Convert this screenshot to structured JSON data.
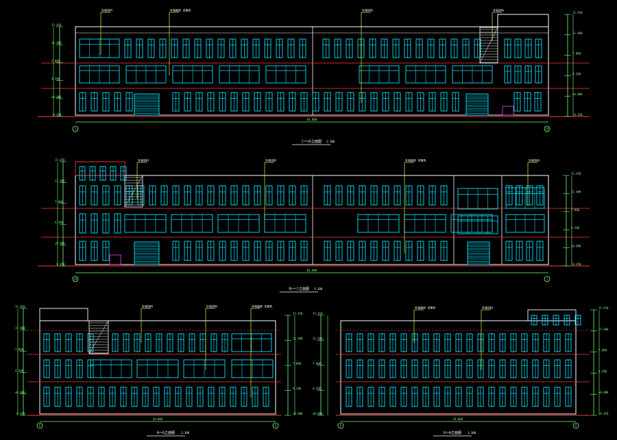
{
  "colors": {
    "background": "#000000",
    "outline": "#ffffff",
    "window": "#00e5ff",
    "floor_line": "#ff3b3b",
    "dimension": "#7cff7c",
    "leader": "#d6ff3a",
    "accent": "#ff40ff"
  },
  "elevations": [
    {
      "id": "front",
      "axis_left": "1",
      "axis_right": "19",
      "overall_dim": "64,000",
      "levels_left": [
        "15.450",
        "11.400",
        "7.800",
        "4.200",
        "±0.000",
        "-0.450"
      ],
      "levels_right": [
        "15.450",
        "11.400",
        "7.800",
        "4.200",
        "±0.000",
        "-0.450"
      ],
      "labels": [
        "外墙涂料",
        "外墙面砖 米黄色",
        "外墙涂料",
        "外墙涂料"
      ],
      "caption": "①～⑲立面图",
      "scale": "1:100"
    },
    {
      "id": "rear",
      "axis_left": "19",
      "axis_right": "1",
      "overall_dim": "64,000",
      "levels_left": [
        "15.450",
        "11.400",
        "7.800",
        "4.200",
        "±0.000",
        "-0.450"
      ],
      "levels_right": [
        "15.450",
        "11.400",
        "7.800",
        "4.200",
        "±0.000",
        "-0.450"
      ],
      "labels": [
        "外墙涂料",
        "外墙涂料",
        "外墙面砖 米黄色",
        "外墙涂料"
      ],
      "caption": "⑲～①立面图",
      "scale": "1:100"
    },
    {
      "id": "side-a",
      "axis_left": "A",
      "axis_right": "G",
      "overall_dim": "24,000",
      "levels_left": [
        "15.450",
        "11.400",
        "7.800",
        "4.200",
        "±0.000",
        "-0.450"
      ],
      "levels_right": [
        "15.450",
        "11.400",
        "7.800",
        "4.200",
        "±0.000"
      ],
      "labels": [
        "外墙涂料",
        "外墙涂料",
        "外墙面砖 米黄色"
      ],
      "caption": "A～G立面图",
      "scale": "1:100"
    },
    {
      "id": "side-g",
      "axis_left": "G",
      "axis_right": "A",
      "overall_dim": "24,000",
      "levels_left": [
        "15.450",
        "11.400",
        "7.800",
        "4.200",
        "±0.000"
      ],
      "levels_right": [
        "15.450",
        "11.400",
        "7.800",
        "4.200",
        "±0.000",
        "-0.450"
      ],
      "labels": [
        "外墙面砖 米黄色",
        "外墙涂料"
      ],
      "caption": "G～A立面图",
      "scale": "1:100"
    }
  ]
}
